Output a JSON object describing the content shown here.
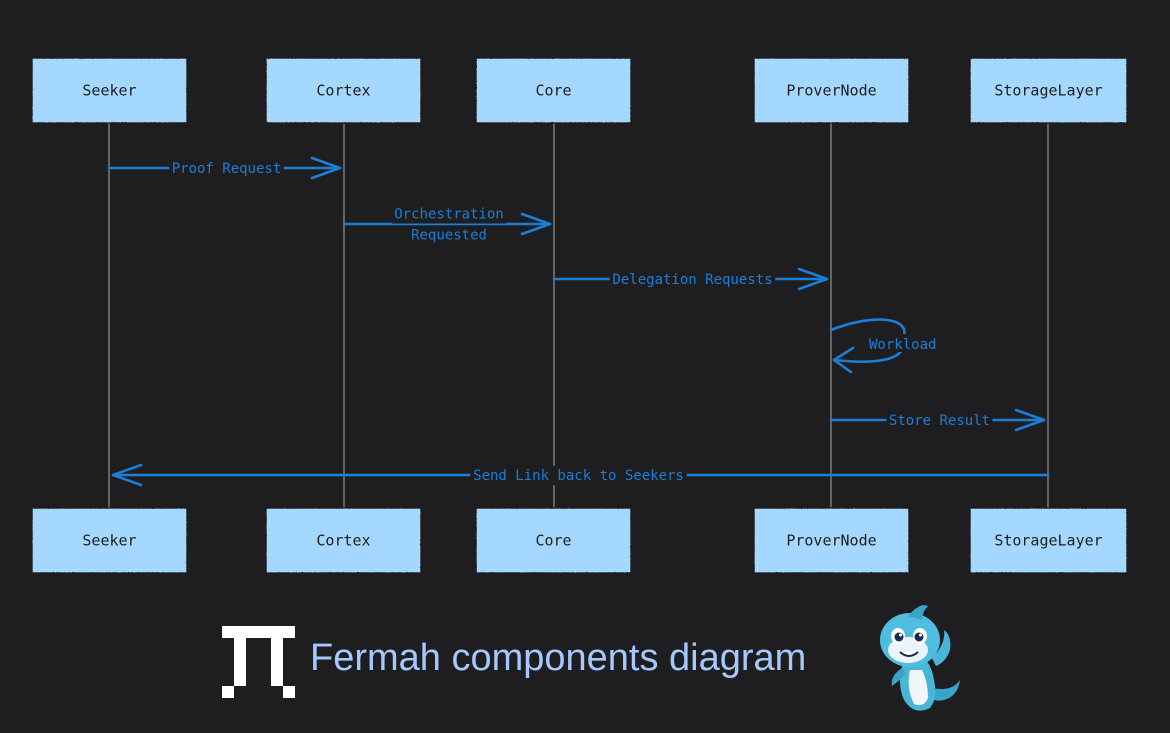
{
  "actors": [
    {
      "id": "seeker",
      "label": "Seeker"
    },
    {
      "id": "cortex",
      "label": "Cortex"
    },
    {
      "id": "core",
      "label": "Core"
    },
    {
      "id": "provernode",
      "label": "ProverNode"
    },
    {
      "id": "storagelayer",
      "label": "StorageLayer"
    }
  ],
  "messages": [
    {
      "from": "seeker",
      "to": "cortex",
      "label_lines": [
        "Proof Request"
      ]
    },
    {
      "from": "cortex",
      "to": "core",
      "label_lines": [
        "Orchestration",
        "Requested"
      ]
    },
    {
      "from": "core",
      "to": "provernode",
      "label_lines": [
        "Delegation Requests"
      ]
    },
    {
      "from": "provernode",
      "to": "provernode",
      "label_lines": [
        "Workload"
      ]
    },
    {
      "from": "provernode",
      "to": "storagelayer",
      "label_lines": [
        "Store Result"
      ]
    },
    {
      "from": "storagelayer",
      "to": "seeker",
      "label_lines": [
        "Send Link back to Seekers"
      ]
    }
  ],
  "footer": {
    "caption": "Fermah components diagram",
    "logo_icon": "fermah-logo-icon",
    "mascot_icon": "shark-mascot-icon"
  },
  "colors": {
    "background": "#1e1e20",
    "actor_fill": "#a5d8ff",
    "message": "#1c7ed6",
    "caption": "#a5c8ff"
  }
}
